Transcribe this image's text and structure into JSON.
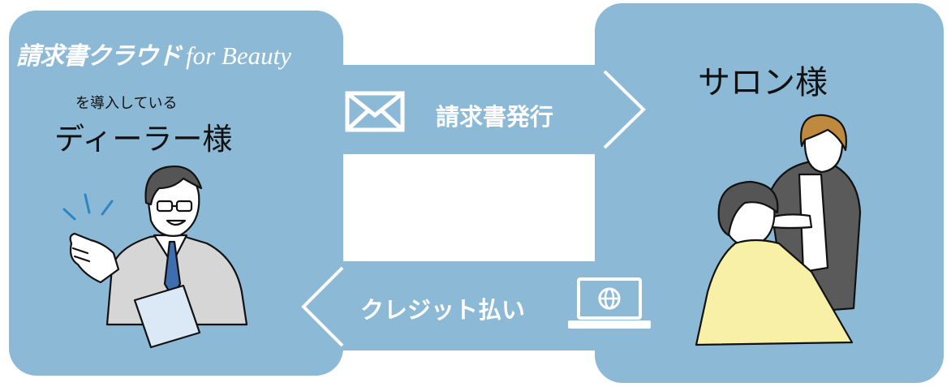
{
  "left": {
    "logo_jp": "請求書クラウド",
    "logo_en": "for Beauty",
    "subtitle": "を導入している",
    "title": "ディーラー様"
  },
  "right": {
    "title": "サロン様"
  },
  "flows": {
    "invoice_label": "請求書発行",
    "invoice_icon": "envelope-icon",
    "payment_label": "クレジット払い",
    "payment_icon": "laptop-globe-icon"
  },
  "colors": {
    "panel": "#8cb9d6",
    "text": "#111111",
    "label": "#ffffff",
    "cape": "#f7f0a6"
  }
}
